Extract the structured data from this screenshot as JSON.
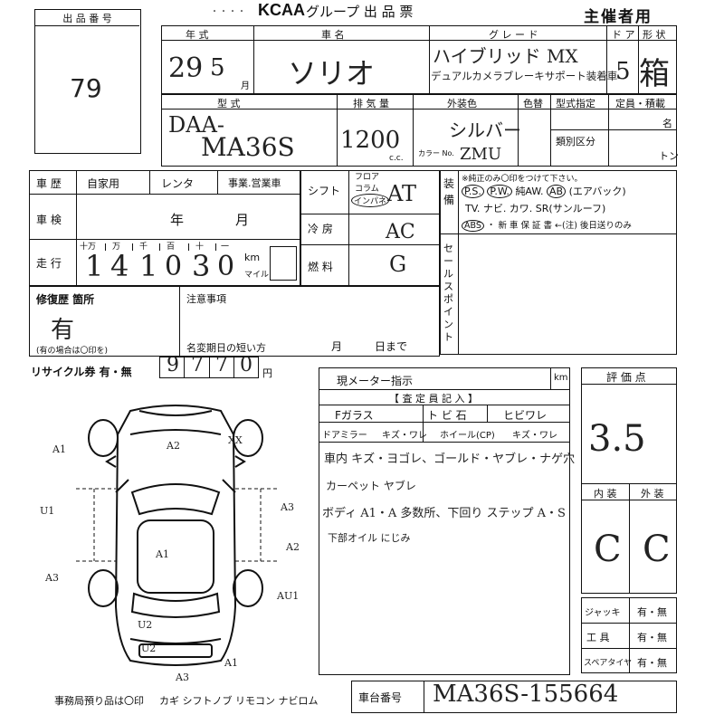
{
  "header": {
    "lot_label": "出 品 番 号",
    "lot_number": "79",
    "brand": "KCAA",
    "form_title": "グループ 出 品 票",
    "organizer": "主催者用",
    "dots": "・・・・"
  },
  "row1": {
    "year_label": "年 式",
    "year_value": "29",
    "month_value": "5",
    "month_unit": "月",
    "car_name_label": "車 名",
    "car_name_value": "ソリオ",
    "grade_label": "グ レ ー ド",
    "grade_line1": "ハイブリッド MX",
    "grade_line2": "デュアルカメラブレーキサポート装着車",
    "door_label": "ド ア",
    "door_value": "5",
    "shape_label": "形 状",
    "shape_value": "箱"
  },
  "row2": {
    "model_label": "型 式",
    "model_prefix": "DAA-",
    "model_value": "MA36S",
    "displacement_label": "排 気 量",
    "displacement_value": "1200",
    "displacement_unit": "c.c.",
    "color_label": "外装色",
    "color_value": "シルバー",
    "color_no_label": "カラー No.",
    "color_no_value": "ZMU",
    "recolor_label": "色替",
    "type_spec_label": "型式指定",
    "class_label": "類別区分",
    "capacity_label": "定員・積載",
    "capacity_unit1": "名",
    "capacity_unit2": "トン"
  },
  "history": {
    "label": "車 歴",
    "options": [
      "自家用",
      "レンタ",
      "事業.営業車"
    ],
    "inspection_label": "車 検",
    "inspection_year": "年",
    "inspection_month": "月",
    "mileage_label": "走 行",
    "digit_heads": [
      "十万",
      "万",
      "千",
      "百",
      "十",
      "一"
    ],
    "digits": [
      "1",
      "4",
      "1",
      "0",
      "3",
      "0"
    ],
    "km_label": "km",
    "mile_label": "マイル"
  },
  "shift": {
    "label": "シフト",
    "opts": [
      "フロア",
      "コラム",
      "インパネ"
    ],
    "value": "AT",
    "ac_label": "冷 房",
    "ac_value": "AC",
    "fuel_label": "燃 料",
    "fuel_value": "G"
  },
  "equipment": {
    "label_col": "装 備",
    "note": "※純正のみ〇印をつけて下さい。",
    "line1": [
      "P.S.",
      "P.W.",
      "純AW.",
      "AB",
      "(エアバック)"
    ],
    "line2": "TV. ナビ. カワ. SR(サンルーフ)",
    "abs": "ABS",
    "warranty": "・ 新 車 保 証 書 ←(注) 後日送りのみ",
    "sales_point_label": "セールスポイント"
  },
  "repair": {
    "label": "修復歴 箇所",
    "value": "有",
    "note": "(有の場合は〇印を)",
    "caution_label": "注意事項",
    "name_change_label": "名変期日の短い方",
    "month_label": "月",
    "day_label": "日まで"
  },
  "recycle": {
    "label": "リサイクル券 有・無",
    "digits": [
      "9",
      "7",
      "7",
      "0"
    ],
    "unit": "円"
  },
  "meter": {
    "label": "現メーター指示",
    "unit": "km",
    "inspector_header": "【 査 定 員 記 入 】",
    "checks": [
      "Fガラス",
      "ト ビ 石",
      "ヒビワレ"
    ],
    "check2": [
      "ドアミラー",
      "キズ・ワレ",
      "ホイール(CP)",
      "キズ・ワレ"
    ],
    "notes": [
      "車内 キズ・ヨゴレ、ゴールド・ヤブレ・ナゲ穴",
      "カーペット ヤブレ",
      "ボディ A1・A 多数所、下回り ステップ A・S",
      "下部オイル にじみ"
    ]
  },
  "rating": {
    "label": "評 価 点",
    "score": "3.5",
    "interior_label": "内 装",
    "exterior_label": "外 装",
    "interior_value": "C",
    "exterior_value": "C",
    "items": [
      {
        "label": "ジャッキ",
        "value": "有・無"
      },
      {
        "label": "工 具",
        "value": "有・無"
      },
      {
        "label": "スペアタイヤ",
        "value": "有・無"
      }
    ]
  },
  "chassis": {
    "label": "車台番号",
    "value": "MA36S-155664"
  },
  "footer": {
    "office_note": "事務局預り品は〇印",
    "items": "カギ シフトノブ リモコン ナビロム"
  },
  "diagram_marks": [
    "A1",
    "A2",
    "XX",
    "AU1",
    "A3",
    "A2",
    "A1",
    "A3",
    "AU1",
    "U2",
    "A3",
    "A1",
    "U2"
  ]
}
